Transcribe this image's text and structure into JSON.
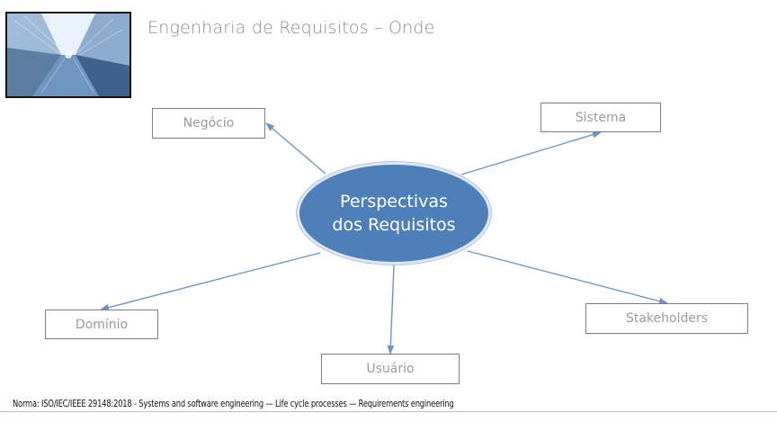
{
  "slide": {
    "title": "Engenharia de Requisitos – Onde",
    "footer": "Norma: ISO/IEC/IEEE 29148:2018 - Systems and software engineering — Life cycle processes — Requirements engineering"
  },
  "center": {
    "line1": "Perspectivas",
    "line2": "dos Requisitos"
  },
  "nodes": {
    "negocio": "Negócio",
    "sistema": "Sistema",
    "dominio": "Domínio",
    "stakeholders": "Stakeholders",
    "usuario": "Usuário"
  },
  "colors": {
    "ellipse_fill": "#4f7fb8",
    "arrow": "#6f93c4",
    "box_border": "#7d7d7d",
    "box_text": "#9a9a9a",
    "title_text": "#8a8a8a"
  },
  "image": {
    "description_icon": "skyscrapers-photo"
  }
}
